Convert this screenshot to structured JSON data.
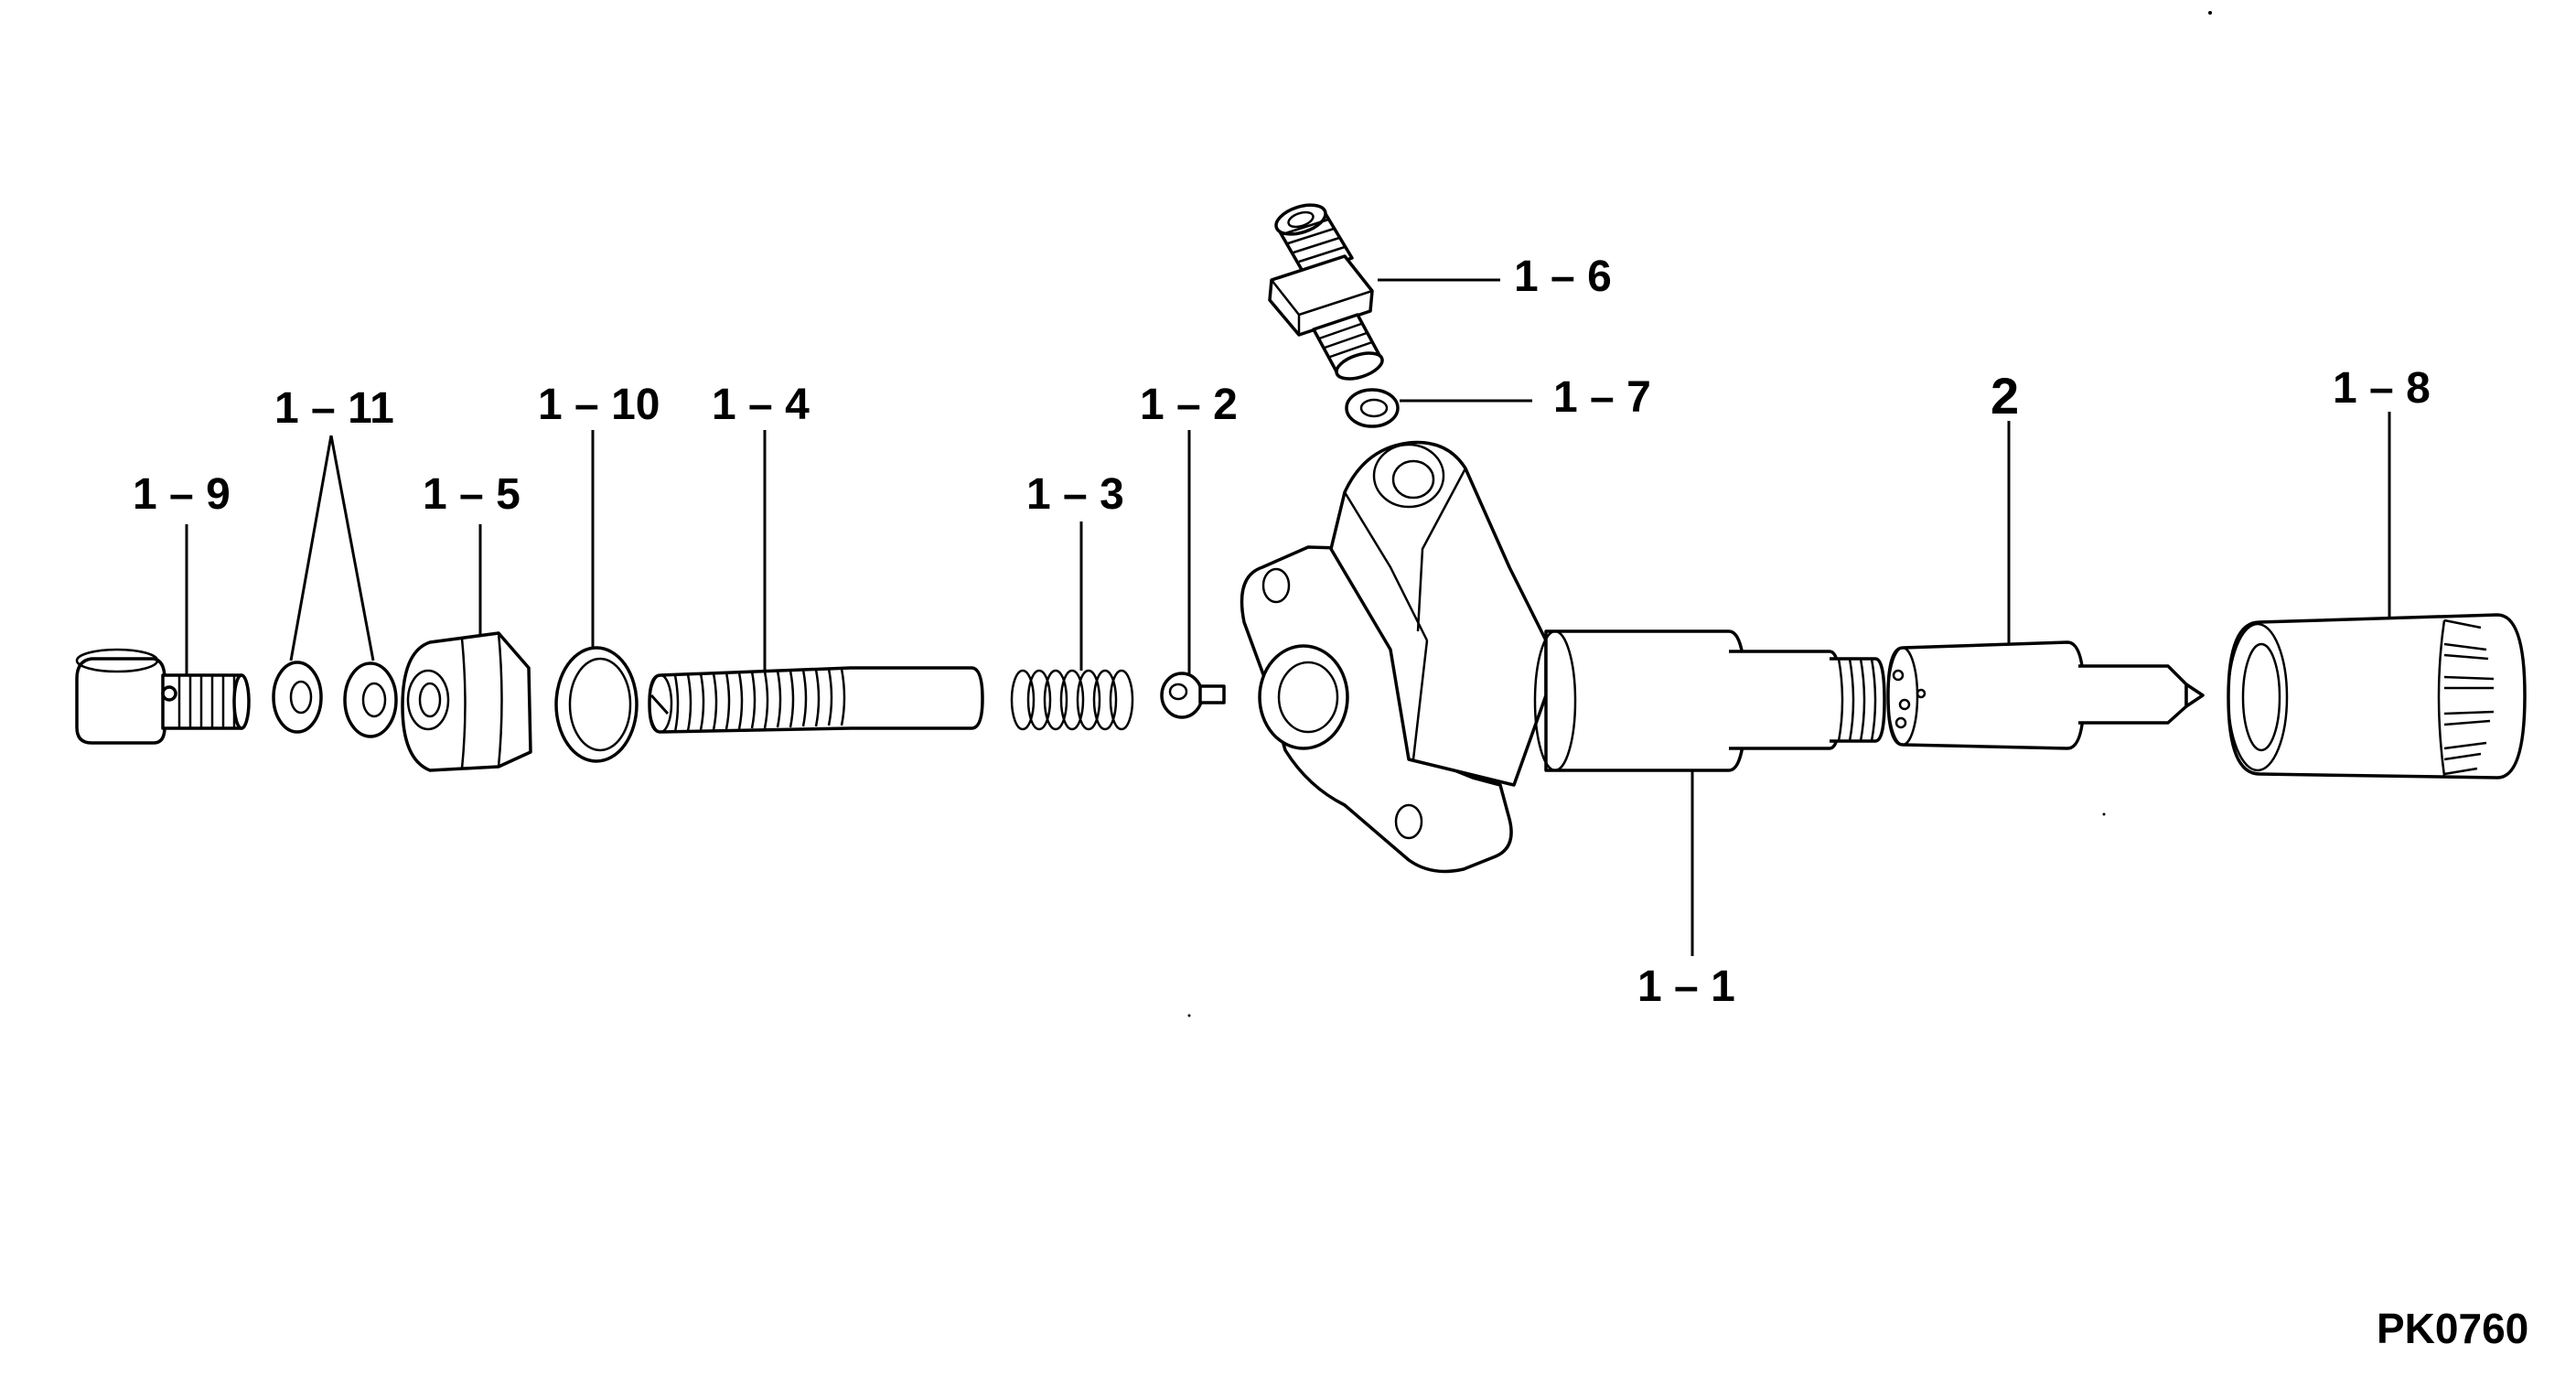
{
  "diagram": {
    "labels": {
      "l1_1": "1 – 1",
      "l1_2": "1 – 2",
      "l1_3": "1 – 3",
      "l1_4": "1 – 4",
      "l1_5": "1 – 5",
      "l1_6": "1 – 6",
      "l1_7": "1 – 7",
      "l1_8": "1 – 8",
      "l1_9": "1 – 9",
      "l1_10": "1 – 10",
      "l1_11": "1 – 11",
      "l2": "2"
    },
    "code": "PK0760"
  }
}
